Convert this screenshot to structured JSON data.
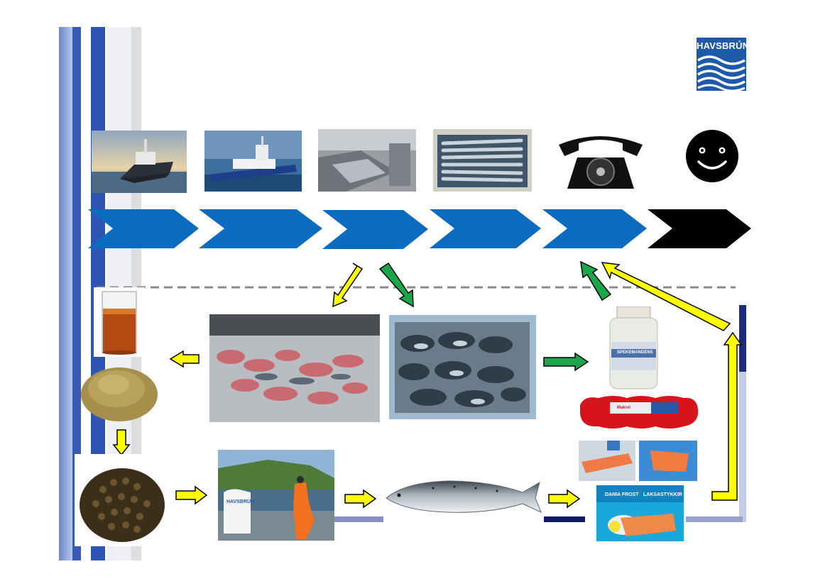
{
  "logo": {
    "text": "HAVSBRÚN"
  },
  "bag_label": "HAVSBRÚN",
  "jar_label": "SPEKEMANDENS",
  "sausage_label": "Makrel",
  "pack": {
    "brand": "DANIA FROST",
    "product": "LAKSASTYKKIR"
  },
  "colors": {
    "process_blue": "#0a6bbf",
    "final_step": "#000000",
    "yellow_arrow": "#ffff00",
    "green_arrow": "#1aa64a",
    "side_bar": "#1f3fa0"
  }
}
